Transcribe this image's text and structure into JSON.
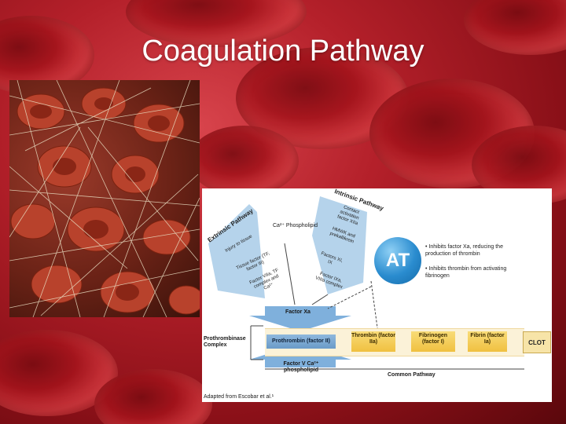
{
  "slide": {
    "title": "Coagulation Pathway"
  },
  "photo": {
    "alt": "Electron micrograph of red blood cells trapped in fibrin mesh"
  },
  "diagram": {
    "intrinsic_label": "Intrinsic Pathway",
    "extrinsic_label": "Extrinsic Pathway",
    "ca_phospholipid": "Ca²⁺ Phospholipid",
    "extrinsic_items": [
      "Injury to tissue",
      "Tissue factor (TF, factor III)",
      "Factor VIIa, TF complex and Ca²⁺"
    ],
    "intrinsic_items": [
      "Contact activation factor XIIa",
      "HMWK and prekallikrein",
      "Factors XI, IX",
      "Factor IXa, VIIIa complex"
    ],
    "at_label": "AT",
    "at_bullets": [
      "Inhibits factor Xa, reducing the production of thrombin",
      "Inhibits thrombin from activating fibrinogen"
    ],
    "factor_xa": "Factor Xa",
    "prothrombinase_label": "Prothrombinase Complex",
    "prothrombin": "Prothrombin (factor II)",
    "thrombin": "Thrombin (factor IIa)",
    "fibrinogen": "Fibrinogen (factor I)",
    "fibrin": "Fibrin (factor Ia)",
    "clot": "CLOT",
    "factor_v": "Factor V Ca²⁺ phospholipid",
    "common_pathway": "Common Pathway",
    "citation": "Adapted from Escobar et al.¹"
  }
}
